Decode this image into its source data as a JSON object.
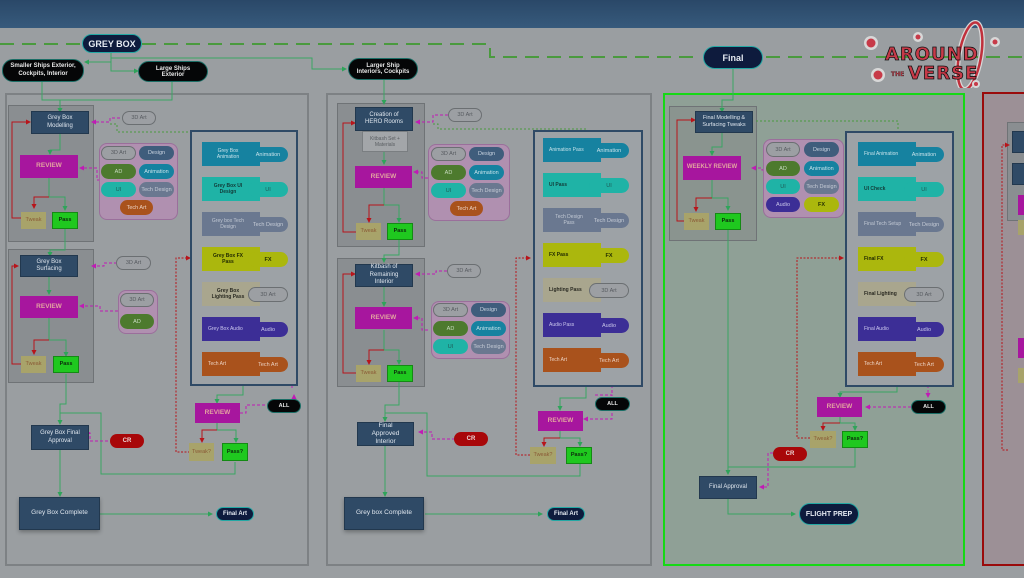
{
  "stages": {
    "greybox": "GREY BOX",
    "final": "Final"
  },
  "tracks": {
    "smaller_ships": "Smaller Ships Exterior, Cockpits, Interior",
    "large_ships": "Large Ships Exterior",
    "larger_ship": "Larger Ship Interiors, Cockpits"
  },
  "common": {
    "review": "REVIEW",
    "weekly_review": "WEEKLY REVIEW",
    "tweak": "Tweak",
    "tweak_q": "Tweak?",
    "pass": "Pass",
    "pass_q": "Pass?",
    "all": "ALL",
    "cr": "CR",
    "final_art": "Final Art",
    "flight_prep": "FLIGHT PREP"
  },
  "disciplines": {
    "art3d": "3D Art",
    "design": "Design",
    "ad": "AD",
    "animation": "Animation",
    "ui": "UI",
    "tech_design": "Tech Design",
    "tech_art": "Tech Art",
    "audio": "Audio",
    "fx": "FX"
  },
  "col1": {
    "modelling": "Grey Box Modelling",
    "surfacing": "Grey Box Surfacing",
    "final_approval": "Grey Box Final Approval",
    "complete": "Grey Box Complete",
    "tasks": [
      {
        "label": "Grey Box Animation",
        "owner": "Animation"
      },
      {
        "label": "Grey Box UI Design",
        "owner": "UI"
      },
      {
        "label": "Grey box Tech Design",
        "owner": "Tech Design"
      },
      {
        "label": "Grey Box FX Pass",
        "owner": "FX"
      },
      {
        "label": "Grey Box Lighting Pass",
        "owner": "3D Art"
      },
      {
        "label": "Grey Box Audio",
        "owner": "Audio"
      },
      {
        "label": "Tech Art",
        "owner": "Tech Art"
      }
    ]
  },
  "col2": {
    "hero": "Creation of HERO Rooms",
    "kitbash_set": "Kitbash Set + Materials",
    "kitbash_remaining": "Kitbash of Remaining Interior",
    "final_approved": "Final Approved Interior",
    "complete": "Grey box Complete",
    "tasks": [
      {
        "label": "Animation Pass",
        "owner": "Animation"
      },
      {
        "label": "UI Pass",
        "owner": "UI"
      },
      {
        "label": "Tech Design Pass",
        "owner": "Tech Design"
      },
      {
        "label": "FX Pass",
        "owner": "FX"
      },
      {
        "label": "Lighting Pass",
        "owner": "3D Art"
      },
      {
        "label": "Audio Pass",
        "owner": "Audio"
      },
      {
        "label": "Tech Art",
        "owner": "Tech Art"
      }
    ]
  },
  "col3": {
    "modelling": "Final Modelling & Surfacing Tweaks",
    "final_approval": "Final Approval",
    "tasks": [
      {
        "label": "Final Animation",
        "owner": "Animation"
      },
      {
        "label": "UI Check",
        "owner": "UI"
      },
      {
        "label": "Final Tech Setup",
        "owner": "Tech Design"
      },
      {
        "label": "Final FX",
        "owner": "FX"
      },
      {
        "label": "Final Lighting",
        "owner": "3D Art"
      },
      {
        "label": "Final Audio",
        "owner": "Audio"
      },
      {
        "label": "Tech Art",
        "owner": "Tech Art"
      }
    ]
  },
  "logo": {
    "line1": "AROUND",
    "line2": "THE",
    "line3": "VERSE"
  }
}
